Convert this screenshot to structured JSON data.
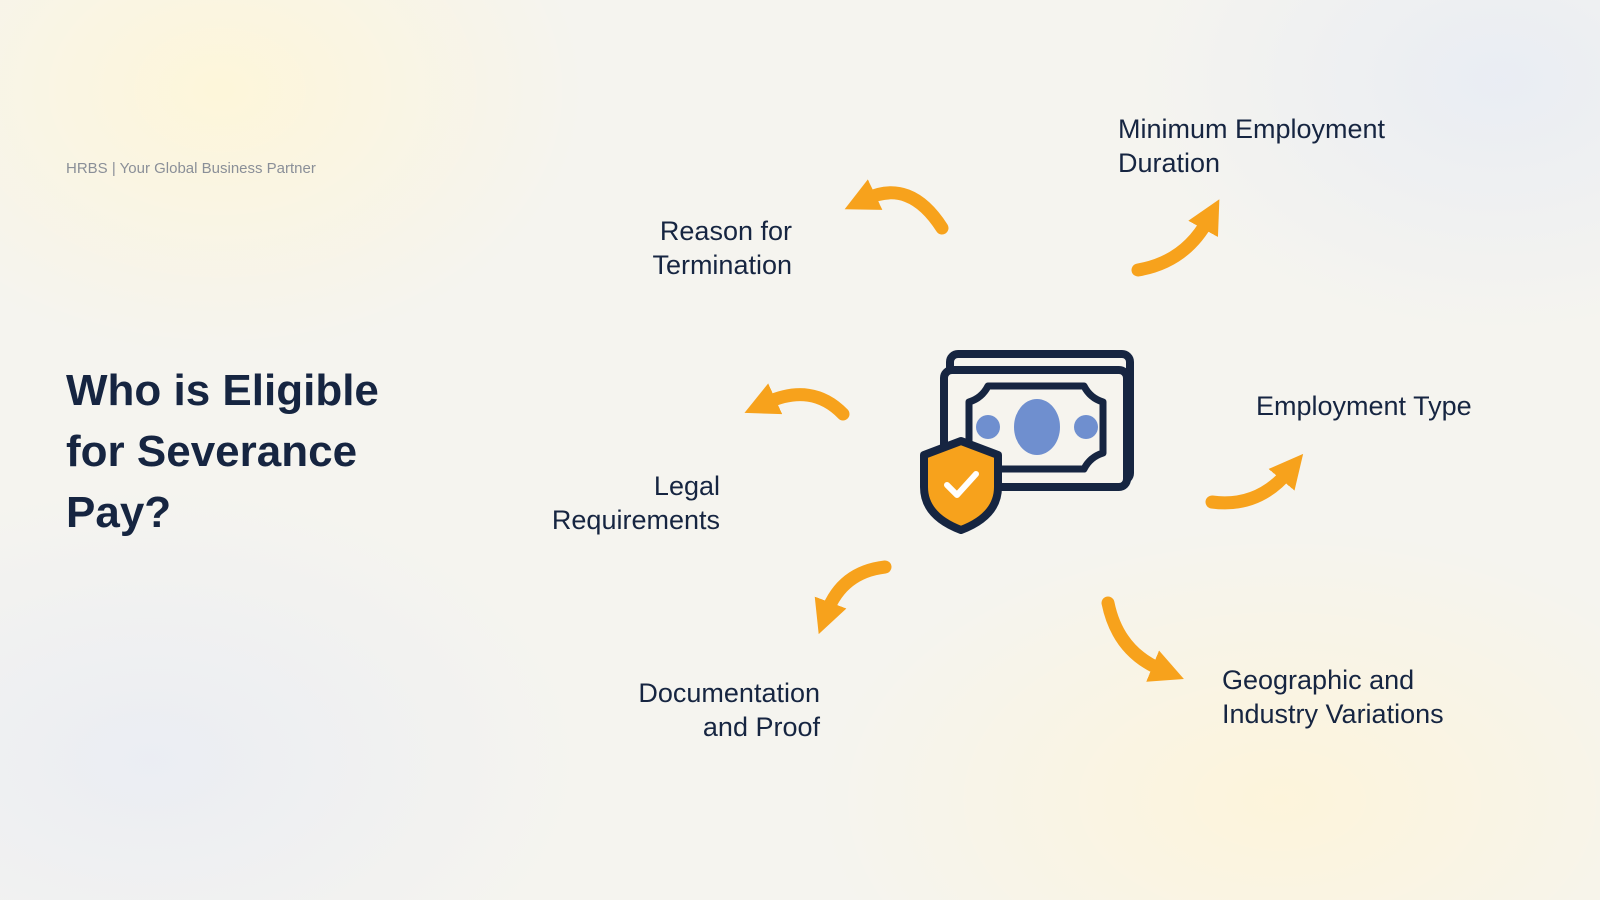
{
  "header": {
    "tagline": "HRBS | Your Global Business Partner"
  },
  "slide": {
    "title": "Who is Eligible for Severance Pay?"
  },
  "diagram": {
    "center_icon": "money-shield-check-icon",
    "arrow_icon": "curved-arrow-icon",
    "factors": [
      {
        "line1": "Reason for",
        "line2": "Termination"
      },
      {
        "line1": "Minimum Employment",
        "line2": "Duration"
      },
      {
        "line1": "Employment Type",
        "line2": ""
      },
      {
        "line1": "Legal",
        "line2": "Requirements"
      },
      {
        "line1": "Documentation",
        "line2": "and Proof"
      },
      {
        "line1": "Geographic and",
        "line2": "Industry Variations"
      }
    ]
  },
  "colors": {
    "title": "#162541",
    "text": "#162541",
    "tagline": "#8a8f98",
    "arrow": "#f7a21c",
    "icon_outline": "#162541",
    "icon_accent": "#6f8fcf",
    "shield": "#f7a21c"
  }
}
